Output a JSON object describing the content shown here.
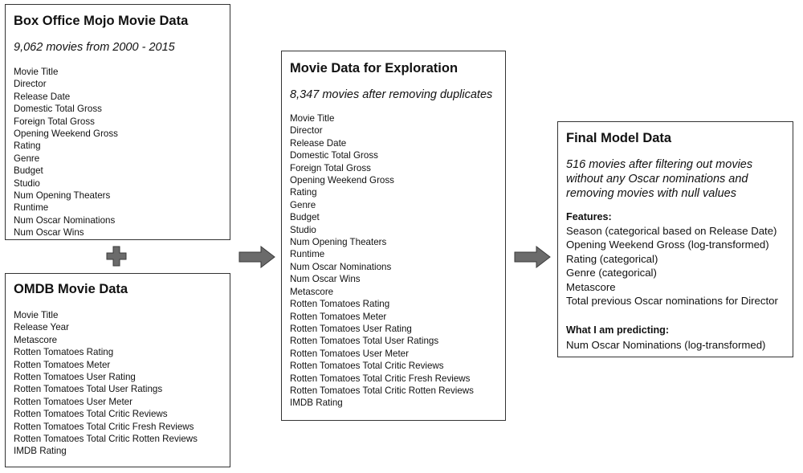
{
  "box_office_mojo": {
    "title": "Box Office Mojo Movie Data",
    "subtitle": "9,062 movies from 2000 - 2015",
    "fields": [
      "Movie Title",
      "Director",
      "Release Date",
      "Domestic Total Gross",
      "Foreign Total Gross",
      "Opening Weekend Gross",
      "Rating",
      "Genre",
      "Budget",
      "Studio",
      "Num Opening Theaters",
      "Runtime",
      "Num Oscar Nominations",
      "Num Oscar Wins"
    ]
  },
  "omdb": {
    "title": "OMDB Movie Data",
    "fields": [
      "Movie Title",
      "Release Year",
      "Metascore",
      "Rotten Tomatoes Rating",
      "Rotten Tomatoes Meter",
      "Rotten Tomatoes User Rating",
      "Rotten Tomatoes Total User Ratings",
      "Rotten Tomatoes User Meter",
      "Rotten Tomatoes Total Critic Reviews",
      "Rotten Tomatoes Total Critic Fresh Reviews",
      "Rotten Tomatoes Total Critic Rotten Reviews",
      "IMDB Rating"
    ]
  },
  "exploration": {
    "title": "Movie Data for Exploration",
    "subtitle": "8,347 movies after removing duplicates",
    "fields": [
      "Movie Title",
      "Director",
      "Release Date",
      "Domestic Total Gross",
      "Foreign Total Gross",
      "Opening Weekend Gross",
      "Rating",
      "Genre",
      "Budget",
      "Studio",
      "Num Opening Theaters",
      "Runtime",
      "Num Oscar Nominations",
      "Num Oscar Wins",
      "Metascore",
      "Rotten Tomatoes Rating",
      "Rotten Tomatoes Meter",
      "Rotten Tomatoes User Rating",
      "Rotten Tomatoes Total User Ratings",
      "Rotten Tomatoes User Meter",
      "Rotten Tomatoes Total Critic Reviews",
      "Rotten Tomatoes Total Critic Fresh Reviews",
      "Rotten Tomatoes Total Critic Rotten Reviews",
      "IMDB Rating"
    ]
  },
  "final_model": {
    "title": "Final Model Data",
    "subtitle_lines": [
      "516 movies after filtering out movies",
      "without any Oscar nominations and",
      "removing movies with null values"
    ],
    "features_heading": "Features:",
    "features": [
      "Season (categorical based on Release Date)",
      "Opening Weekend Gross (log-transformed)",
      "Rating (categorical)",
      "Genre (categorical)",
      "Metascore",
      "Total previous Oscar nominations for Director"
    ],
    "predicting_heading": "What I am predicting:",
    "predicting": [
      "Num Oscar Nominations (log-transformed)"
    ]
  },
  "icons": {
    "plus": "plus-icon",
    "arrow": "right-arrow-icon"
  },
  "colors": {
    "border": "#333333",
    "arrow_fill": "#6b6b6b",
    "arrow_stroke": "#3a3a3a",
    "text": "#111111"
  }
}
